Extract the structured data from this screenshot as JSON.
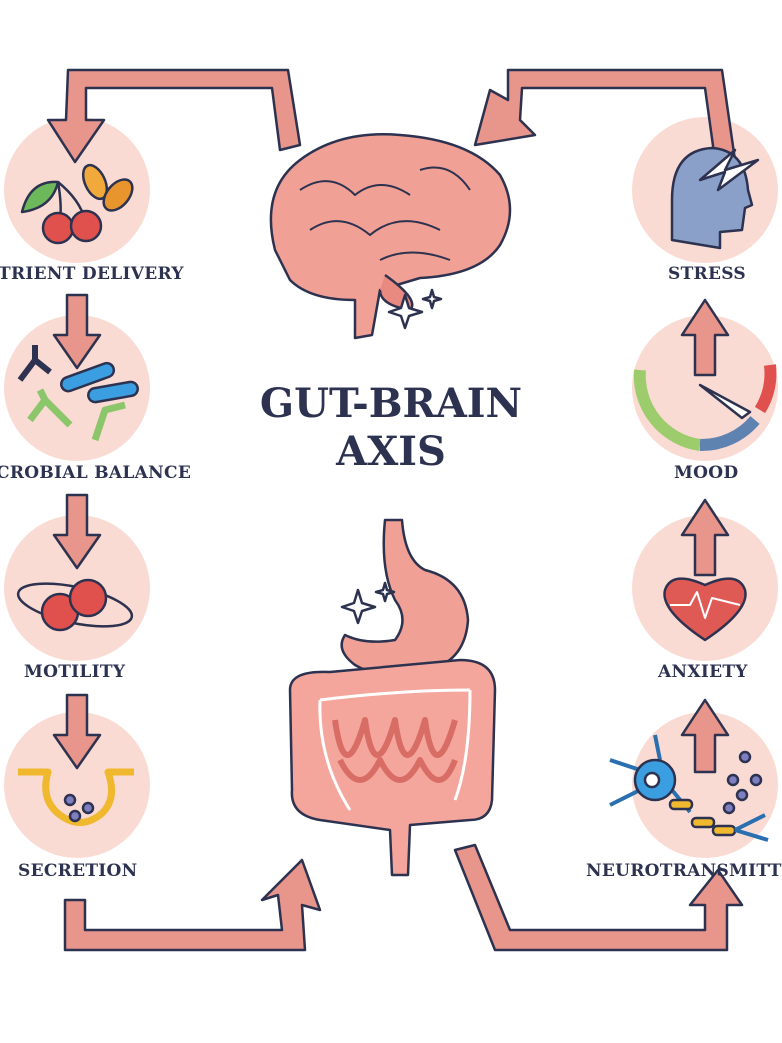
{
  "title": {
    "line1": "GUT-BRAIN",
    "line2": "AXIS"
  },
  "left_column": [
    {
      "label": "TRIENT DELIVERY",
      "icon": "cherries-almonds-icon"
    },
    {
      "label": "CROBIAL BALANCE",
      "icon": "bacteria-icon"
    },
    {
      "label": "MOTILITY",
      "icon": "motility-icon"
    },
    {
      "label": "SECRETION",
      "icon": "secretion-icon"
    }
  ],
  "right_column": [
    {
      "label": "STRESS",
      "icon": "stressed-head-icon"
    },
    {
      "label": "MOOD",
      "icon": "mood-gauge-icon"
    },
    {
      "label": "ANXIETY",
      "icon": "heart-pulse-icon"
    },
    {
      "label": "NEUROTRANSMITT",
      "icon": "neuron-icon"
    }
  ],
  "colors": {
    "circle": "#fadbd3",
    "arrow": "#e8958b",
    "outline": "#2d3250",
    "text": "#2d3250",
    "organ": "#f1a095"
  }
}
